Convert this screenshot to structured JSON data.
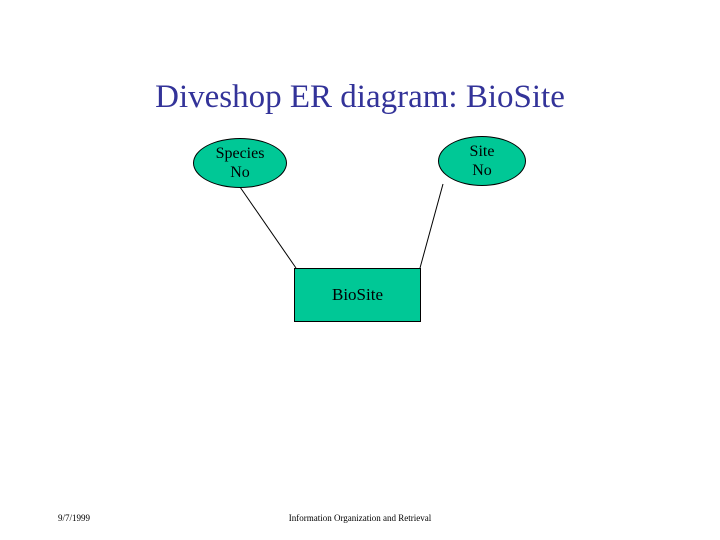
{
  "slide": {
    "title": "Diveshop ER diagram: BioSite",
    "title_color": "#333399",
    "background_color": "#ffffff"
  },
  "diagram": {
    "shape_fill_color": "#00C896",
    "shape_border_color": "#000000",
    "connector_color": "#000000",
    "attributes": [
      {
        "name": "species-no",
        "line_1": "Species",
        "line_2": "No",
        "shape": "ellipse"
      },
      {
        "name": "site-no",
        "line_1": "Site",
        "line_2": "No",
        "shape": "ellipse"
      }
    ],
    "entity": {
      "name": "biosite",
      "label": "BioSite",
      "shape": "rectangle"
    },
    "connectors": [
      {
        "name": "species-no-to-biosite",
        "from": "species-no",
        "to": "biosite"
      },
      {
        "name": "site-no-to-biosite",
        "from": "site-no",
        "to": "biosite"
      }
    ]
  },
  "footer": {
    "date": "9/7/1999",
    "center_text": "Information Organization and Retrieval"
  }
}
